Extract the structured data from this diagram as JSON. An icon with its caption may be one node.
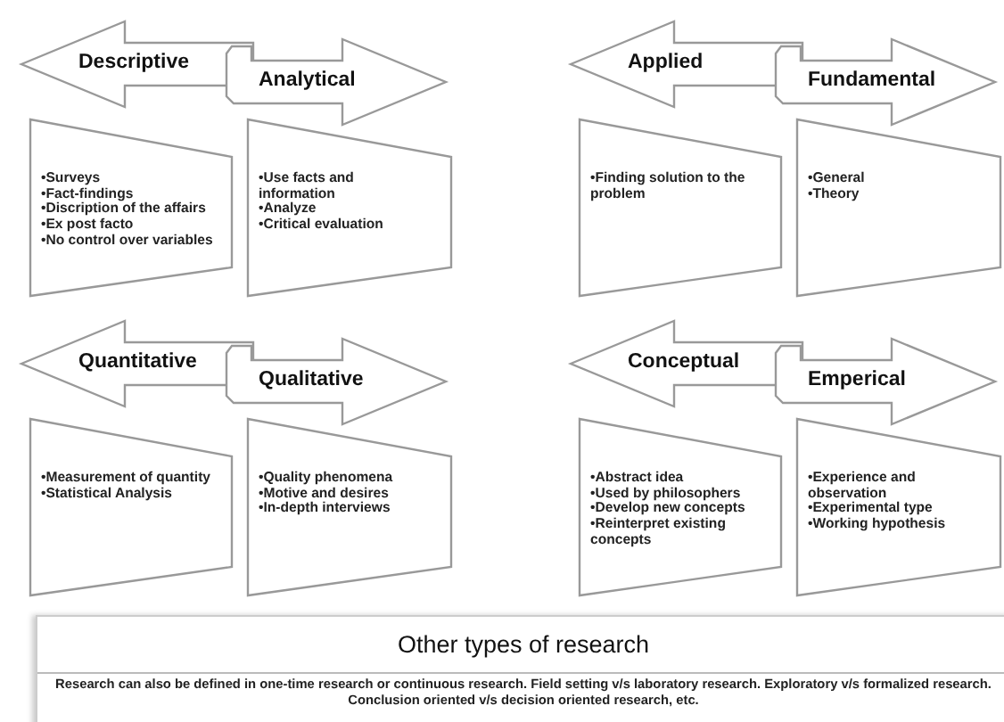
{
  "diagram": {
    "nodes": [
      {
        "text": [
          "Descriptive"
        ]
      },
      {
        "text": [
          "Analytical"
        ]
      },
      {
        "text": [
          "•Surveys",
          "•Fact-findings",
          "•Discription of the affairs",
          "•Ex post facto",
          "•No control over variables"
        ]
      },
      {
        "text": [
          "•Use facts and information",
          "•Analyze",
          "•Critical evaluation"
        ]
      },
      {
        "text": [
          "Applied"
        ]
      },
      {
        "text": [
          "Fundamental"
        ]
      },
      {
        "text": [
          "•Finding solution to the problem"
        ]
      },
      {
        "text": [
          "•General",
          "•Theory"
        ]
      },
      {
        "text": [
          "Quantitative"
        ]
      },
      {
        "text": [
          "Qualitative"
        ]
      },
      {
        "text": [
          "•Measurement of quantity",
          "•Statistical Analysis"
        ]
      },
      {
        "text": [
          "•Quality phenomena",
          "•Motive and desires",
          "•In-depth interviews"
        ]
      },
      {
        "text": [
          "Conceptual"
        ]
      },
      {
        "text": [
          "Emperical"
        ]
      },
      {
        "text": [
          "•Abstract idea",
          "•Used by philosophers",
          "•Develop new concepts",
          "•Reinterpret existing concepts"
        ]
      },
      {
        "text": [
          "•Experience and observation",
          "•Experimental type",
          "•Working hypothesis"
        ]
      },
      {
        "text": [
          "Other types of research",
          "Research can also be defined in one-time research or continuous research. Field setting v/s laboratory research. Exploratory v/s formalized research. Conclusion oriented v/s decision oriented research, etc."
        ]
      }
    ]
  }
}
